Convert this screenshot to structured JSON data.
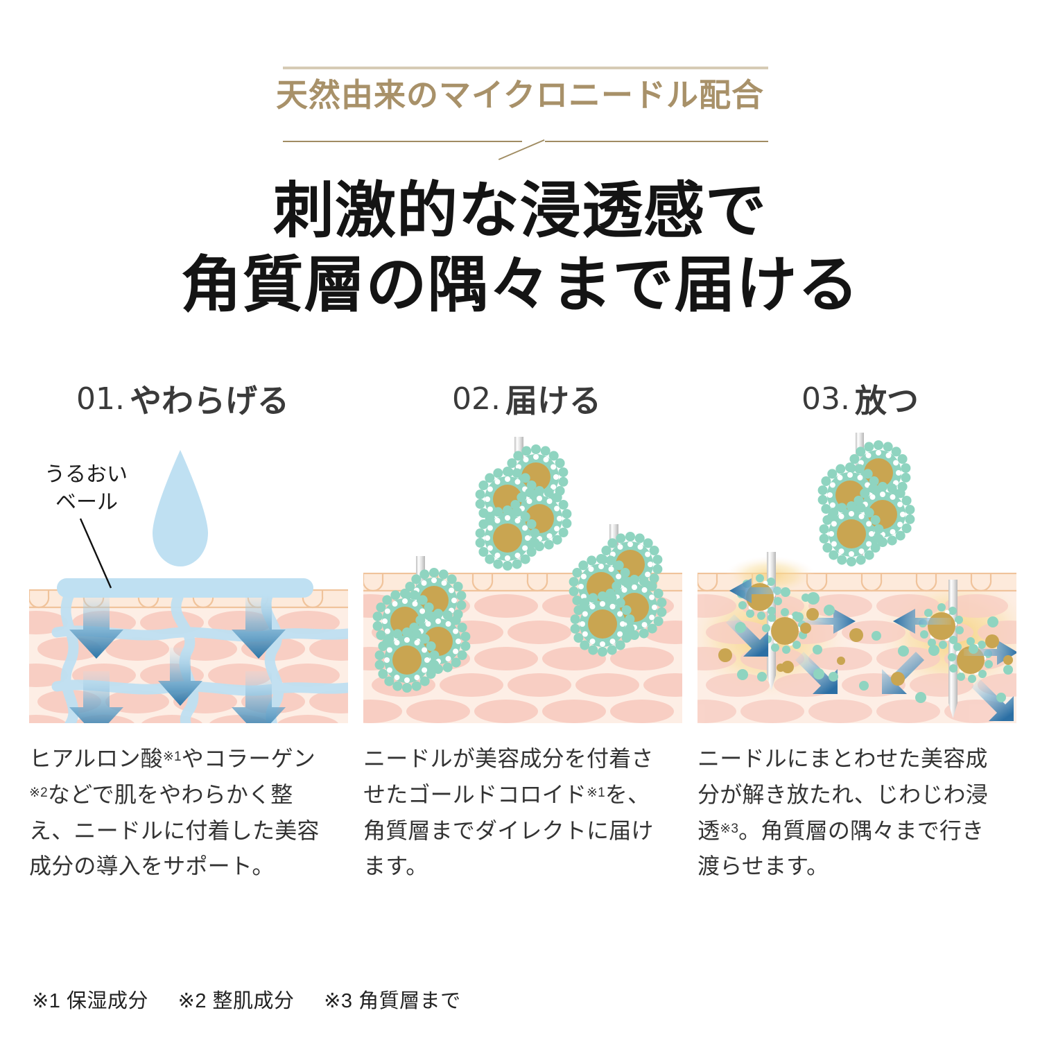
{
  "header": {
    "eyebrow": "天然由来のマイクロニードル配合",
    "heading_line1": "刺激的な浸透感で",
    "heading_line2": "角質層の隅々まで届ける",
    "accent_color": "#a89169",
    "rule_top_color": "#d6cbb5",
    "rule_bottom_color": "#a08c62",
    "heading_color": "#141414"
  },
  "steps": [
    {
      "number": "01.",
      "label": "やわらげる",
      "illustration": "skin-cross-section-with-droplet-and-moisture-veil",
      "annotation_line1": "うるおい",
      "annotation_line2": "ベール",
      "caption_part1": "ヒアルロン酸",
      "caption_note1": "※1",
      "caption_part2": "やコラーゲン",
      "caption_note2": "※2",
      "caption_part3": "などで肌をやわらかく整え、ニードルに付着した美容成分の導入をサポート。"
    },
    {
      "number": "02.",
      "label": "届ける",
      "illustration": "skin-cross-section-with-needles-and-gold-colloid",
      "caption_part1": "ニードルが美容成分を付着させたゴールドコロイド",
      "caption_note1": "※1",
      "caption_part2": "を、角質層までダイレクトに届けます。"
    },
    {
      "number": "03.",
      "label": "放つ",
      "illustration": "skin-cross-section-with-released-ingredients-and-arrows",
      "caption_part1": "ニードルにまとわせた美容成分が解き放たれ、じわじわ浸透",
      "caption_note1": "※3",
      "caption_part2": "。角質層の隅々まで行き渡らせます。"
    }
  ],
  "footnotes": [
    "※1 保湿成分",
    "※2 整肌成分",
    "※3 角質層まで"
  ],
  "palette": {
    "skin_base": "#fdeee5",
    "skin_oval": "#f8cec3",
    "stratum_fill": "#fdeadb",
    "stratum_line": "#f0c39b",
    "water_blue": "#bfe0f2",
    "arrow_blue": "#2b76a8",
    "teal": "#8fd4c0",
    "gold": "#c9a551",
    "needle_silver": "#dcdcdc",
    "glow_yellow": "#f7d98a"
  }
}
